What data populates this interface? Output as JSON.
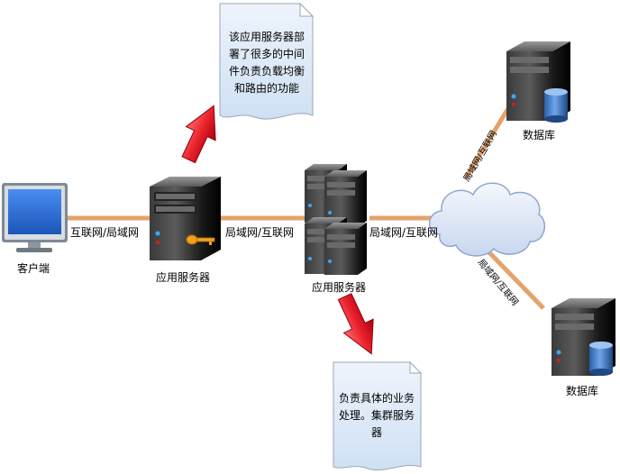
{
  "nodes": {
    "client": {
      "label": "客户端"
    },
    "app_server_1": {
      "label": "应用服务器"
    },
    "app_server_cluster": {
      "label": "应用服务器"
    },
    "database_top": {
      "label": "数据库"
    },
    "database_bottom": {
      "label": "数据库"
    }
  },
  "links": {
    "client_to_app": {
      "label": "互联网/局域网"
    },
    "app_to_cluster": {
      "label": "局域网/互联网"
    },
    "cluster_to_cloud": {
      "label": "局域网/互联网"
    },
    "cloud_to_db_top": {
      "label": "局域网/互联网"
    },
    "cloud_to_db_bottom": {
      "label": "局域网/互联网"
    }
  },
  "notes": {
    "top": {
      "lines": [
        "该应用服务器部",
        "署了很多的中间",
        "件负责负载均衡",
        "和路由的功能"
      ]
    },
    "bottom": {
      "lines": [
        "负责具体的业务",
        "处理。集群服务",
        "器"
      ]
    }
  },
  "colors": {
    "link": "#e3a36b",
    "arrow": "#e8202a",
    "note": "#dde9f7",
    "cloud": "#dfe8f7",
    "monitor": "#2a6fd6"
  }
}
